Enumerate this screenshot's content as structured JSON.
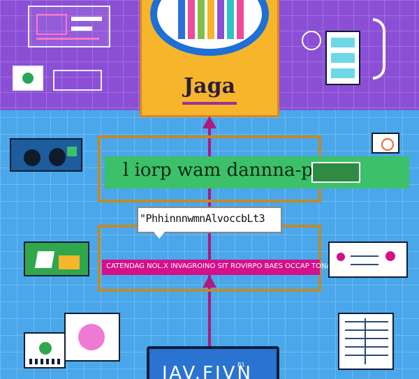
{
  "title_card": {
    "title": "Jaga"
  },
  "green_banner": {
    "text": "l iorp wam dannna-pirig"
  },
  "speech_bubble": {
    "text": "\"PhhinnnwmnAlvoccbLt3"
  },
  "magenta_strip": {
    "text": "CATENDAG NOL.X INVAGROINO SIT ROVIRPO BAES OCCAP TONARES"
  },
  "bottom_screen": {
    "text": "JAV.FIVN",
    "small_label": "B1"
  },
  "colors": {
    "background": "#4aa7ea",
    "top_band": "#8b4fd6",
    "title_card": "#f6b52b",
    "connector": "#b0197e",
    "frame": "#c08a2c",
    "banner": "#3cc06a",
    "strip": "#d4108a"
  },
  "icons": [
    "circuit-diagram-icon",
    "server-stack-icon",
    "people-icon",
    "cube-icon",
    "network-icon",
    "document-icon",
    "camera-icon",
    "code-window-icon",
    "gear-icon"
  ]
}
